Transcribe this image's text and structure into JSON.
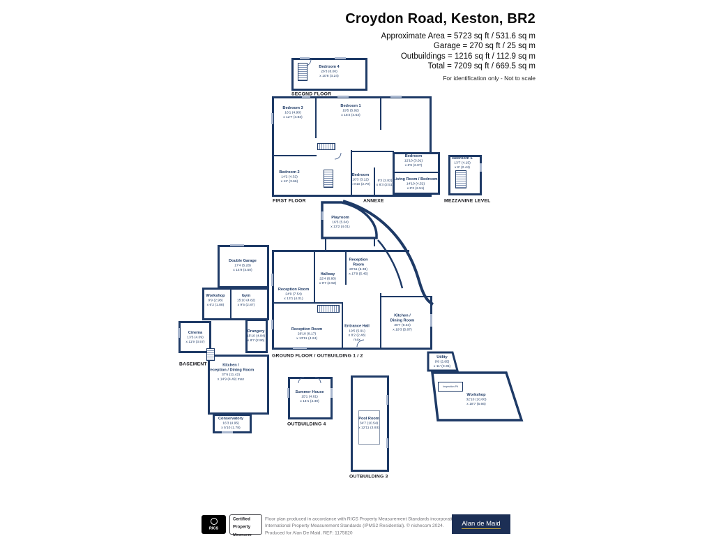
{
  "header": {
    "title": "Croydon Road, Keston, BR2",
    "area_lines": [
      "Approximate Area = 5723 sq ft / 531.6 sq m",
      "Garage = 270 sq ft / 25 sq m",
      "Outbuildings = 1216 sq ft / 112.9 sq m",
      "Total = 7209 sq ft / 669.5 sq m"
    ],
    "disclaimer": "For identification only - Not to scale"
  },
  "floor_labels": {
    "second": "SECOND FLOOR",
    "first": "FIRST FLOOR",
    "annexe": "ANNEXE",
    "mezzanine": "MEZZANINE LEVEL",
    "ground": "GROUND FLOOR / OUTBUILDING 1 / 2",
    "basement": "BASEMENT",
    "outbuilding4": "OUTBUILDING 4",
    "outbuilding3": "OUTBUILDING 3"
  },
  "rooms": [
    {
      "name": "Bedroom 4",
      "d1": "26'3 (8.00)",
      "d2": "x 10'8 (3.24)"
    },
    {
      "name": "Bedroom 3",
      "d1": "16'1 (4.90)",
      "d2": "x 12'7 (3.83)"
    },
    {
      "name": "Bedroom 1",
      "d1": "19'5 (5.92)",
      "d2": "x 15'2 (4.63)"
    },
    {
      "name": "Bedroom 2",
      "d1": "14'2 (4.32)",
      "d2": "x 12' (3.66)"
    },
    {
      "name": "Bedroom",
      "d1": "10'3 (3.12)",
      "d2": "x 8'10 (2.70)"
    },
    {
      "name": "",
      "d1": "9'3 (2.82)",
      "d2": "x 8'3 (2.51)"
    },
    {
      "name": "Bedroom",
      "d1": "12'10 (3.91)",
      "d2": "x 6'9 (2.07)"
    },
    {
      "name": "Living Room / Bedroom",
      "d1": "14'10 (4.52)",
      "d2": "x 8'3 (2.51)"
    },
    {
      "name": "Bedroom 5",
      "d1": "13'7 (4.15)",
      "d2": "x 8' (2.44)"
    },
    {
      "name": "Playroom",
      "d1": "16'5 (5.04)",
      "d2": "x 13'2 (4.01)"
    },
    {
      "name": "Double Garage",
      "d1": "17'4 (5.28)",
      "d2": "x 14'9 (4.50)"
    },
    {
      "name": "Workshop",
      "d1": "9'9 (2.98)",
      "d2": "x 6'2 (1.88)"
    },
    {
      "name": "Gym",
      "d1": "15'10 (4.82)",
      "d2": "x 9'5 (2.87)"
    },
    {
      "name": "Cinema",
      "d1": "13'5 (4.09)",
      "d2": "x 11'9 (3.57)"
    },
    {
      "name": "Orangery",
      "d1": "15'10 (4.84)",
      "d2": "x 8'7 (2.90)"
    },
    {
      "name": "Kitchen /",
      "name2": "Reception / Dining Room",
      "d1": "37'6 (11.42)",
      "d2": "x 14'9 (4.49) max"
    },
    {
      "name": "Conservatory",
      "d1": "16'3 (4.95)",
      "d2": "x 5'10 (1.78)"
    },
    {
      "name": "Reception Room",
      "d1": "24'9 (7.54)",
      "d2": "x 13'1 (4.01)"
    },
    {
      "name": "Hallway",
      "d1": "22'4 (6.80)",
      "d2": "x 9'7 (2.92)"
    },
    {
      "name": "Reception",
      "name2": "Room",
      "d1": "20'11 (6.38)",
      "d2": "x 17'9 (5.45)"
    },
    {
      "name": "Reception Room",
      "d1": "26'10 (8.17)",
      "d2": "x 13'11 (4.24)"
    },
    {
      "name": "Entrance Hall",
      "d1": "19'5 (5.91)",
      "d2": "x 8'2 (2.48)",
      "d3": "max"
    },
    {
      "name": "Kitchen /",
      "name2": "Dining Room",
      "d1": "30'7 (9.33)",
      "d2": "x 19'3 (5.87)"
    },
    {
      "name": "Utility",
      "d1": "9'8 (2.95)",
      "d2": "x 11' (3.35)"
    },
    {
      "name": "Workshop",
      "d1": "32'10 (10.00)",
      "d2": "x 18'7 (5.66)"
    },
    {
      "name": "Summer House",
      "d1": "15'1 (4.61)",
      "d2": "x 14'1 (4.30)"
    },
    {
      "name": "Pool Room",
      "d1": "34'7 (10.54)",
      "d2": "x 12'11 (3.93)"
    },
    {
      "name": "Inspection Pit"
    }
  ],
  "footer": {
    "rics": "RICS",
    "badge_lines": [
      "Certified",
      "Property",
      "Measurer"
    ],
    "line1": "Floor plan produced in accordance with RICS Property Measurement Standards incorporating",
    "line2": "International Property Measurement Standards (IPMS2 Residential).  © nichecom 2024.",
    "line3": "Produced for Alan De Maid.   REF: 1175820",
    "brand": "Alan de Maid"
  },
  "colors": {
    "wall_navy": "#1e3a66",
    "brand_navy": "#1c2f55",
    "brand_gold": "#c2a23c"
  }
}
